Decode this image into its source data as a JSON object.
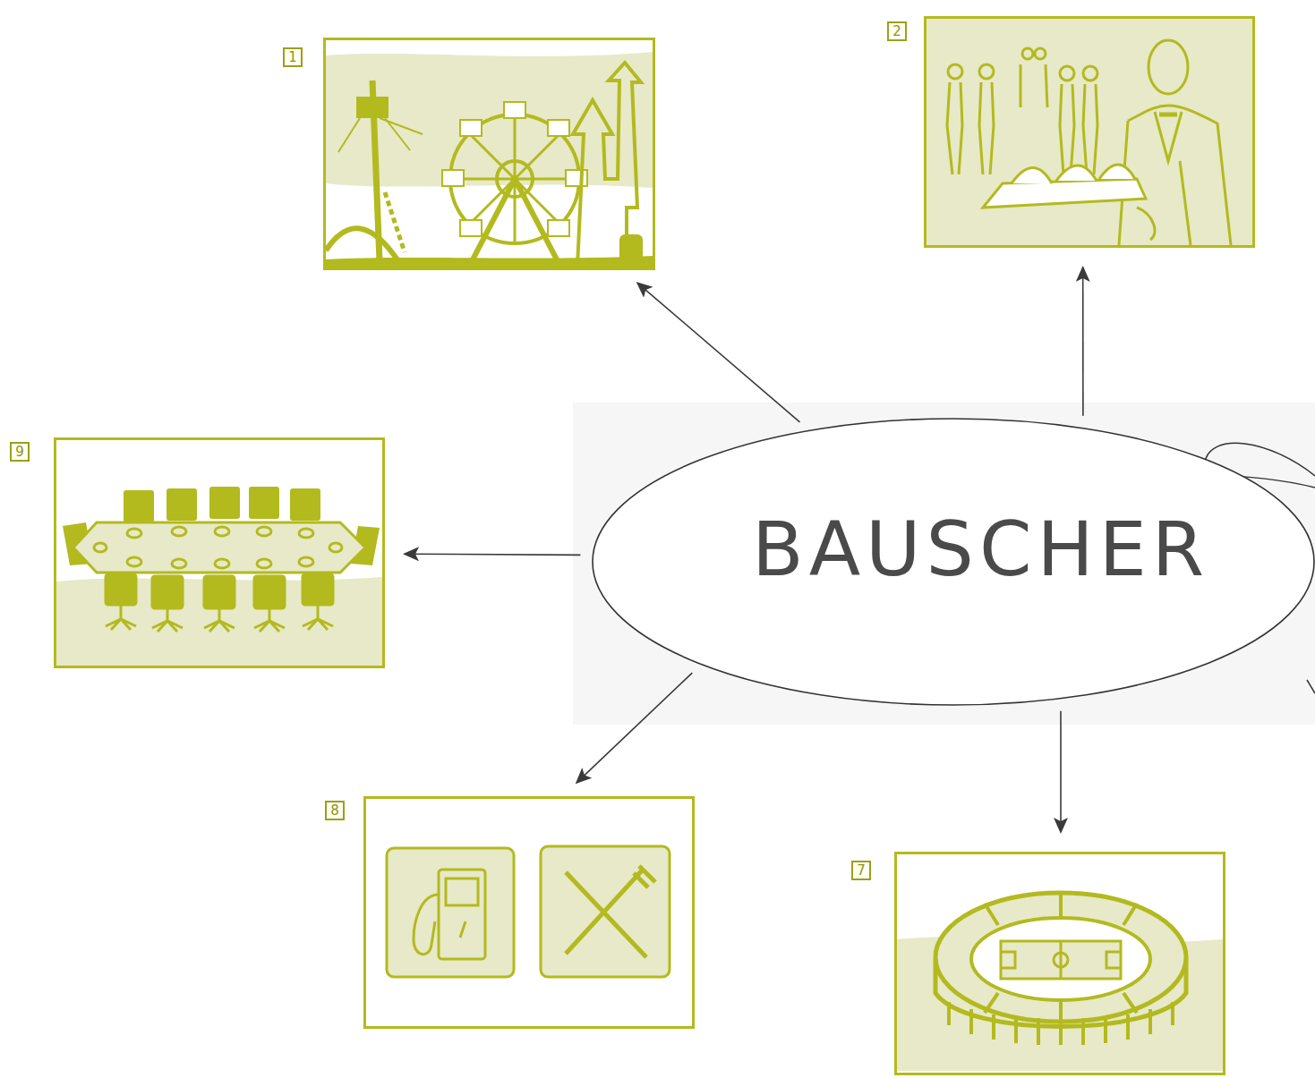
{
  "diagram": {
    "nodes": [
      {
        "text": [
          "1"
        ]
      },
      {
        "text": [
          "2"
        ]
      },
      {
        "text": [
          "9"
        ]
      },
      {
        "text": [
          "BAUSCHER"
        ]
      },
      {
        "text": [
          "8"
        ]
      },
      {
        "text": [
          "7"
        ]
      }
    ],
    "edges": [
      {
        "from": 3,
        "to": 0,
        "arrow": "to"
      },
      {
        "from": 3,
        "to": 1,
        "arrow": "to"
      },
      {
        "from": 3,
        "to": 2,
        "arrow": "to"
      },
      {
        "from": 3,
        "to": 4,
        "arrow": "to"
      },
      {
        "from": 3,
        "to": 5,
        "arrow": "to"
      }
    ]
  }
}
